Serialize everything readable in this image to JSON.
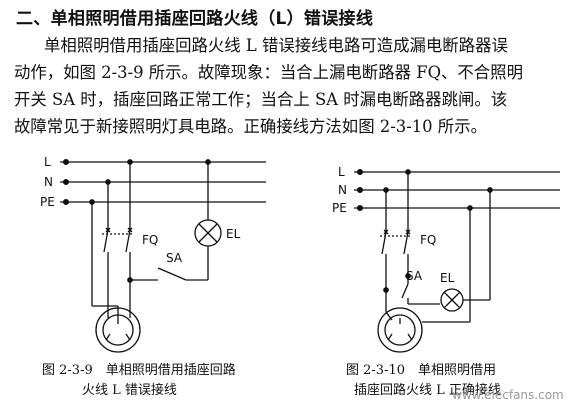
{
  "heading": "二、单相照明借用插座回路火线（L）错误接线",
  "paragraph_lines": [
    "单相照明借用插座回路火线 L 错误接线电路可造成漏电断路器误",
    "动作，如图 2-3-9 所示。故障现象：当合上漏电断路器 FQ、不合照明",
    "开关 SA 时，插座回路正常工作；当合上 SA 时漏电断路器跳闸。该",
    "故障常见于新接照明灯具电路。正确接线方法如图 2-3-10 所示。"
  ],
  "figure_left": {
    "labels": {
      "line_l": "L",
      "line_n": "N",
      "line_pe": "PE",
      "breaker": "FQ",
      "lamp": "EL",
      "switch": "SA"
    },
    "caption_line1": "图 2-3-9　单相照明借用插座回路",
    "caption_line2": "火线 L 错误接线"
  },
  "figure_right": {
    "labels": {
      "line_l": "L",
      "line_n": "N",
      "line_pe": "PE",
      "breaker": "FQ",
      "lamp": "EL",
      "switch": "SA"
    },
    "caption_line1": "图 2-3-10　单相照明借用",
    "caption_line2": "插座回路火线 L 正确接线"
  },
  "watermark": "www.elecfans.com"
}
